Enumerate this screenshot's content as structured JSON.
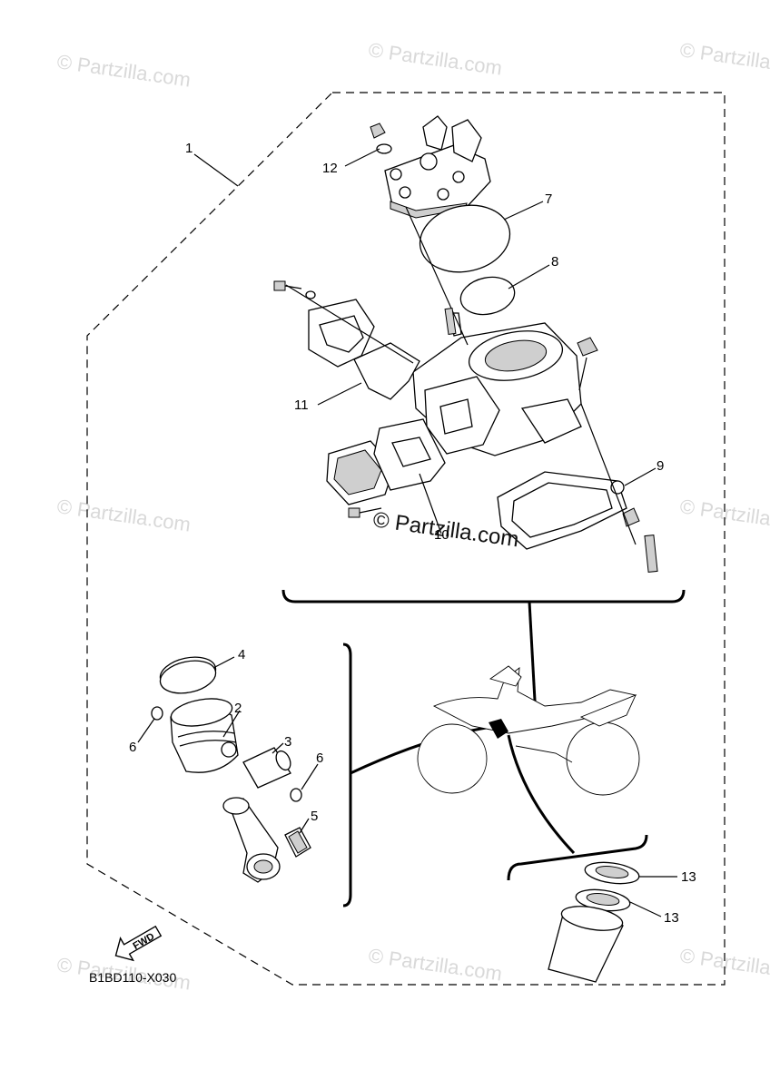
{
  "diagram": {
    "drawing_code": "B1BD110-X030",
    "center_watermark": "© Partzilla.com",
    "watermark": "© Partzilla.com",
    "fwd_label": "FWD",
    "callouts": {
      "c1": "1",
      "c2": "2",
      "c3": "3",
      "c4": "4",
      "c5": "5",
      "c6a": "6",
      "c6b": "6",
      "c7": "7",
      "c8": "8",
      "c9": "9",
      "c10": "10",
      "c11": "11",
      "c12": "12",
      "c13a": "13",
      "c13b": "13"
    }
  }
}
